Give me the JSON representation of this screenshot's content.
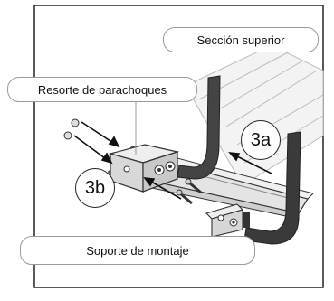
{
  "labels": {
    "upper_section": "Sección superior",
    "bumper_spring": "Resorte de parachoques",
    "mounting_bracket": "Soporte de montaje"
  },
  "steps": {
    "step_3a": "3a",
    "step_3b": "3b"
  }
}
